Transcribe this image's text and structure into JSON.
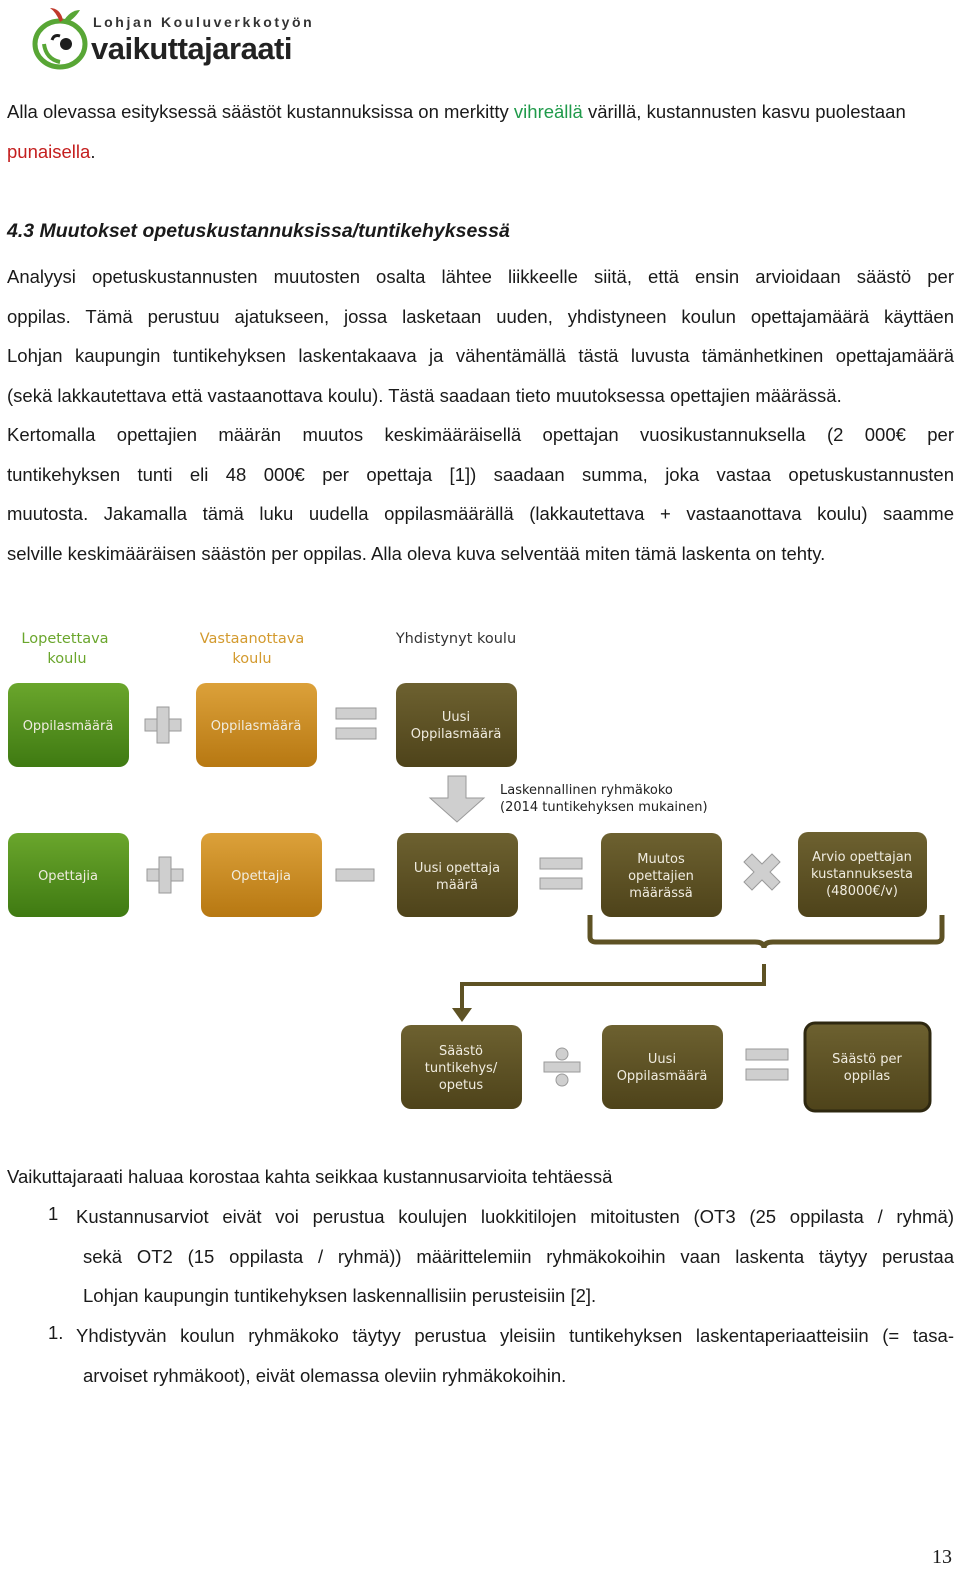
{
  "logo": {
    "line1": "Lohjan Kouluverkkotyön",
    "line2": "vaikuttajaraati"
  },
  "intro": {
    "part1": "Alla olevassa esityksessä säästöt kustannuksissa on merkitty ",
    "green_word": "vihreällä",
    "part2": " värillä, kustannusten kasvu puolestaan",
    "red_word": "punaisella",
    "part3": "."
  },
  "section": {
    "heading": "4.3 Muutokset opetuskustannuksissa/tuntikehyksessä",
    "lines": [
      "Analyysi opetuskustannusten muutosten osalta lähtee liikkeelle siitä, että ensin arvioidaan säästö per",
      "oppilas. Tämä perustuu ajatukseen, jossa lasketaan uuden, yhdistyneen koulun opettajamäärä käyttäen",
      "Lohjan kaupungin tuntikehyksen laskentakaava ja vähentämällä tästä luvusta tämänhetkinen opettajamäärä",
      "(sekä lakkautettava että vastaanottava koulu). Tästä saadaan tieto muutoksessa opettajien määrässä.",
      "Kertomalla opettajien määrän muutos keskimääräisellä opettajan vuosikustannuksella (2 000€ per",
      "tuntikehyksen tunti eli 48 000€ per opettaja [1]) saadaan summa, joka vastaa opetuskustannusten",
      "muutosta. Jakamalla tämä luku uudella oppilasmäärällä (lakkautettava + vastaanottava koulu) saamme",
      "selville keskimääräisen säästön per oppilas.  Alla oleva kuva selventää miten tämä laskenta on tehty."
    ]
  },
  "diagram": {
    "captions": {
      "lopetettava": [
        "Lopetettava",
        "koulu"
      ],
      "vastaanottava": [
        "Vastaanottava",
        "koulu"
      ],
      "yhdistynyt": "Yhdistynyt koulu",
      "ryhmakoko": [
        "Laskennallinen ryhmäkoko",
        "(2014 tuntikehyksen mukainen)"
      ]
    },
    "boxes": {
      "oppilasmaara1": "Oppilasmäärä",
      "oppilasmaara2": "Oppilasmäärä",
      "uusi_oppilasmaara_top": [
        "Uusi",
        "Oppilasmäärä"
      ],
      "opettajia1": "Opettajia",
      "opettajia2": "Opettajia",
      "uusi_opettajamaara": [
        "Uusi opettaja",
        "määrä"
      ],
      "muutos": [
        "Muutos",
        "opettajien",
        "määrässä"
      ],
      "arvio": [
        "Arvio opettajan",
        "kustannuksesta",
        "(48000€/v)"
      ],
      "saasto_tuntikehys": [
        "Säästö",
        "tuntikehys/",
        "opetus"
      ],
      "uusi_oppilasmaara_bottom": [
        "Uusi",
        "Oppilasmäärä"
      ],
      "saasto_per_oppilas": [
        "Säästö per",
        "oppilas"
      ]
    },
    "colors": {
      "green": "#4f8a1c",
      "orange": "#c88a1e",
      "brown": "#5e5224",
      "operator": "#c8c8c8"
    }
  },
  "emphasis": {
    "intro": "Vaikuttajaraati haluaa korostaa kahta seikkaa kustannusarvioita tehtäessä",
    "item1_num": "1",
    "item1_lines": [
      "Kustannusarviot eivät voi perustua koulujen luokkitilojen mitoitusten (OT3 (25 oppilasta / ryhmä)",
      "sekä OT2 (15 oppilasta / ryhmä)) määrittelemiin ryhmäkokoihin vaan laskenta täytyy perustaa",
      "Lohjan kaupungin tuntikehyksen laskennallisiin perusteisiin [2]."
    ],
    "item2_num": "1.",
    "item2_lines": [
      "Yhdistyvän koulun ryhmäkoko täytyy perustua yleisiin tuntikehyksen laskentaperiaatteisiin (= tasa-",
      "arvoiset ryhmäkoot), eivät olemassa oleviin ryhmäkokoihin."
    ]
  },
  "page_number": "13"
}
